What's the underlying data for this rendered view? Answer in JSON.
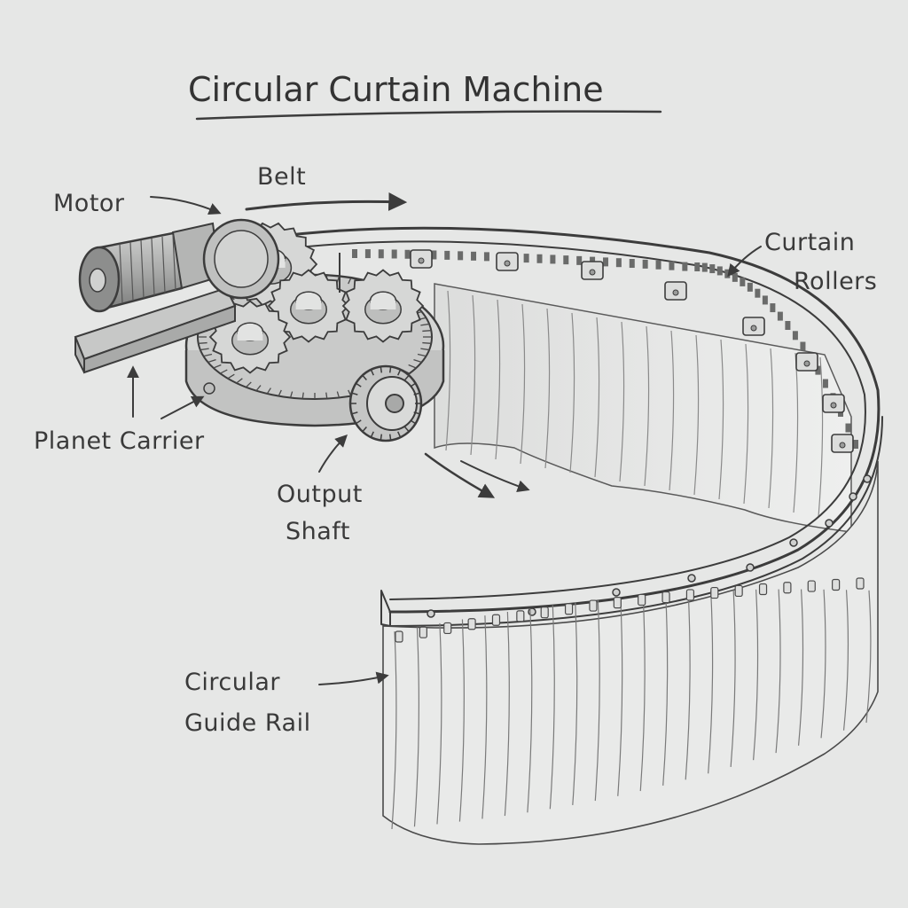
{
  "diagram": {
    "title": "Circular Curtain Machine",
    "labels": {
      "motor": "Motor",
      "belt": "Belt",
      "curtain_rollers_line1": "Curtain",
      "curtain_rollers_line2": "Rollers",
      "planet_carrier": "Planet Carrier",
      "output_shaft_line1": "Output",
      "output_shaft_line2": "Shaft",
      "guide_rail_line1": "Circular",
      "guide_rail_line2": "Guide Rail"
    }
  },
  "colors": {
    "paper": "#e6e7e6",
    "ink": "#3c3c3c",
    "shade": "#9a9b9a"
  }
}
